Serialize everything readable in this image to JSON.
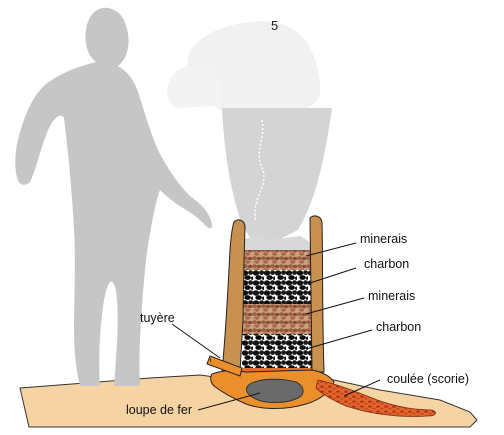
{
  "figure_number": "5",
  "labels": {
    "ore_top": "minerais",
    "charcoal_top": "charbon",
    "ore_middle": "minerais",
    "charcoal_middle": "charbon",
    "tuyere": "tuyère",
    "slag_flow": "coulée (scorie)",
    "iron_bloom": "loupe de fer"
  },
  "colors": {
    "ground": "#f6d3a3",
    "furnace_wall": "#c8914f",
    "ore": "#9c5e43",
    "charcoal": "#111111",
    "human_silhouette": "#c6c6c6",
    "smoke": "#d4d4d4",
    "slag": "#e0662a",
    "clay_base": "#ea8f2c",
    "iron_bloom": "#6a6a6a"
  }
}
